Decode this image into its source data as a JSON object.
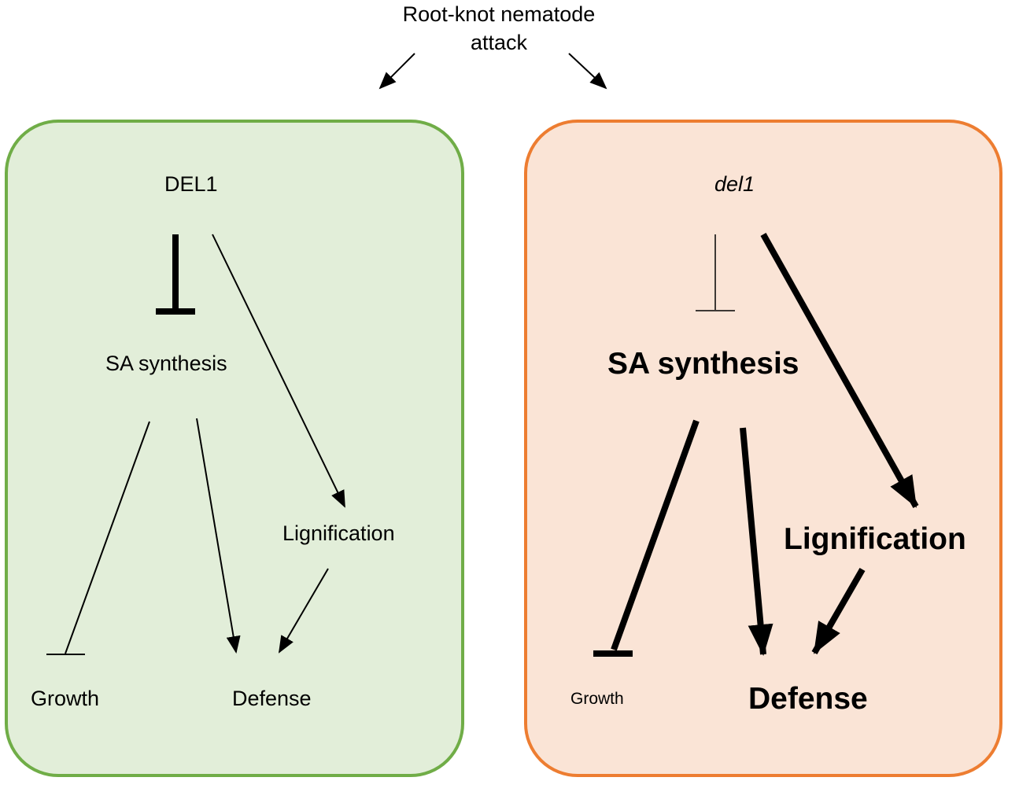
{
  "trigger": {
    "line1": "Root-knot nematode",
    "line2": "attack"
  },
  "wildtype": {
    "gene": "DEL1",
    "sa": "SA synthesis",
    "lignification": "Lignification",
    "growth": "Growth",
    "defense": "Defense",
    "color_fill": "#e2eed9",
    "color_border": "#70ad47"
  },
  "mutant": {
    "gene": "del1",
    "sa": "SA synthesis",
    "lignification": "Lignification",
    "growth": "Growth",
    "defense": "Defense",
    "color_fill": "#fae4d6",
    "color_border": "#ed7d31"
  }
}
